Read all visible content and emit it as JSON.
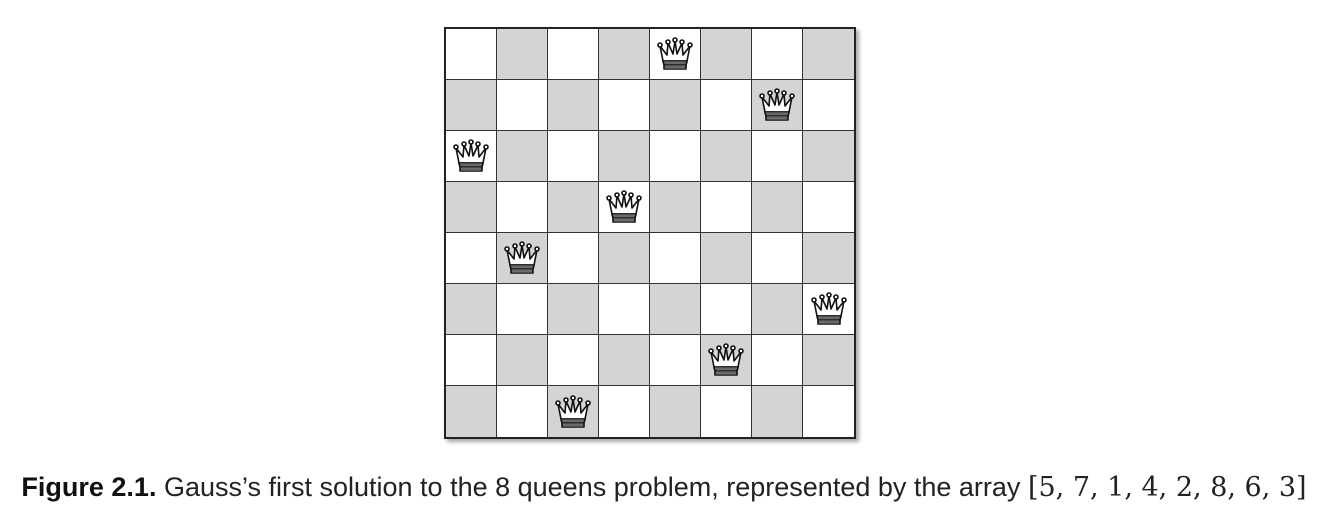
{
  "board": {
    "size": 8,
    "queen_columns": [
      5,
      7,
      1,
      4,
      2,
      8,
      6,
      3
    ],
    "queen_icon": "chess-queen-icon",
    "colors": {
      "light_square": "#ffffff",
      "dark_square": "#d4d4d4",
      "border": "#222222"
    }
  },
  "caption": {
    "label": "Figure 2.1.",
    "text": " Gauss’s first solution to the 8 queens problem, represented by the array ",
    "array": "[5, 7, 1, 4, 2, 8, 6, 3]"
  }
}
